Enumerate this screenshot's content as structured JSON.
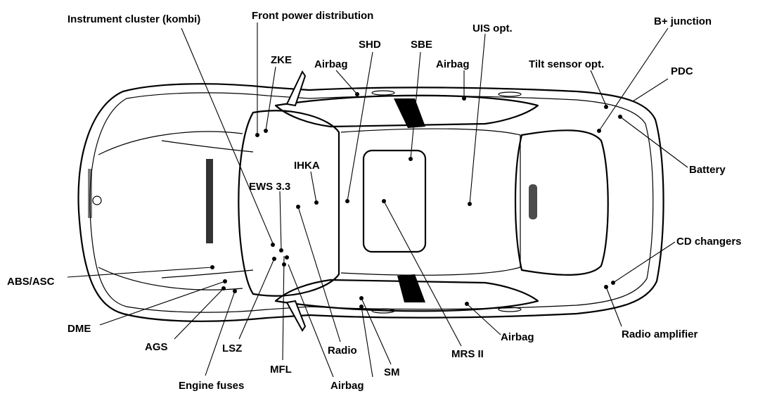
{
  "diagram": {
    "components": {
      "instrument_cluster": "Instrument cluster (kombi)",
      "front_power_distribution": "Front power distribution",
      "zke": "ZKE",
      "airbag_front_left": "Airbag",
      "shd": "SHD",
      "sbe": "SBE",
      "airbag_rear_left": "Airbag",
      "uis": "UIS opt.",
      "tilt_sensor": "Tilt sensor opt.",
      "b_plus_junction": "B+ junction",
      "pdc": "PDC",
      "battery": "Battery",
      "ihka": "IHKA",
      "ews": "EWS 3.3",
      "cd_changers": "CD changers",
      "abs_asc": "ABS/ASC",
      "dme": "DME",
      "ags": "AGS",
      "engine_fuses": "Engine fuses",
      "lsz": "LSZ",
      "mfl": "MFL",
      "airbag_bottom": "Airbag",
      "radio": "Radio",
      "sm": "SM",
      "mrs": "MRS II",
      "airbag_bottom_right": "Airbag",
      "radio_amplifier": "Radio amplifier"
    }
  }
}
